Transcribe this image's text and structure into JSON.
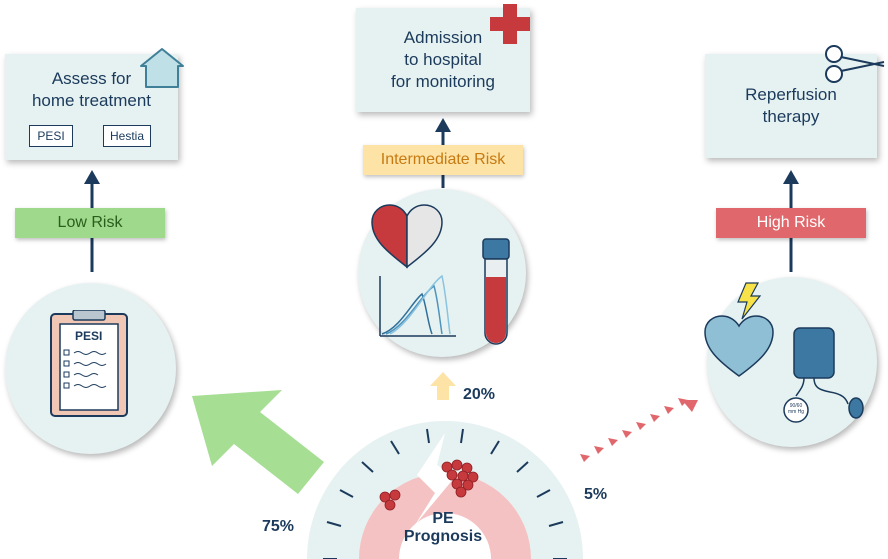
{
  "low": {
    "card_lines": [
      "Assess for",
      "home treatment"
    ],
    "scores": [
      "PESI",
      "Hestia"
    ],
    "tag": "Low Risk",
    "clipboard_title": "PESI",
    "percent": "75%"
  },
  "intermediate": {
    "card_lines": [
      "Admission",
      "to hospital",
      "for monitoring"
    ],
    "tag": "Intermediate Risk",
    "percent": "20%"
  },
  "high": {
    "card_lines": [
      "Reperfusion",
      "therapy"
    ],
    "tag": "High Risk",
    "bp_lines": [
      "90/60",
      "mm Hg"
    ],
    "percent": "5%"
  },
  "gauge": {
    "label_lines": [
      "PE",
      "Prognosis"
    ]
  },
  "colors": {
    "navy": "#1b3a5c",
    "card_bg": "#e6f2f1",
    "low_green": "#9fd98c",
    "intermediate_yellow": "#fde3a6",
    "high_red": "#e0676b",
    "arrow_green": "#a6de94",
    "heart_red": "#c6393d",
    "heart_blue": "#8fbfd4"
  },
  "icons": [
    "house-icon",
    "medical-cross-icon",
    "scissors-icon",
    "clipboard-icon",
    "heart-icon",
    "waveform-icon",
    "blood-tube-icon",
    "lightning-icon",
    "blood-pressure-cuff-icon",
    "gauge-icon"
  ]
}
